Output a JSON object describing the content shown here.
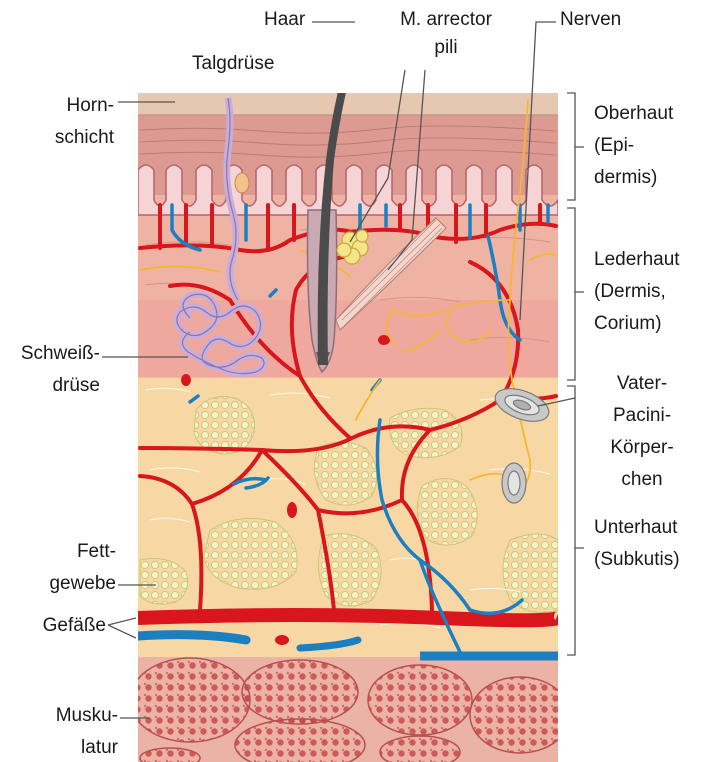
{
  "labels": {
    "haar": "Haar",
    "arrector_line1": "M. arrector",
    "arrector_line2": "pili",
    "nerven": "Nerven",
    "talgdruese": "Talgdrüse",
    "hornschicht_line1": "Horn-",
    "hornschicht_line2": "schicht",
    "oberhaut_line1": "Oberhaut",
    "oberhaut_line2": "(Epi-",
    "oberhaut_line3": "dermis)",
    "lederhaut_line1": "Lederhaut",
    "lederhaut_line2": "(Dermis,",
    "lederhaut_line3": "Corium)",
    "schweiss_line1": "Schweiß-",
    "schweiss_line2": "drüse",
    "pacini_line1": "Vater-",
    "pacini_line2": "Pacini-",
    "pacini_line3": "Körper-",
    "pacini_line4": "chen",
    "unterhaut_line1": "Unterhaut",
    "unterhaut_line2": "(Subkutis)",
    "fett_line1": "Fett-",
    "fett_line2": "gewebe",
    "gefaesse": "Gefäße",
    "muskel_line1": "Musku-",
    "muskel_line2": "latur"
  },
  "colors": {
    "horn_layer": "#e6c7b0",
    "epidermis": "#dc9a92",
    "dermis": "#efb3a4",
    "subcutis": "#f7d8a4",
    "fat_lobule": "#ecebb0",
    "muscle": "#eab3a6",
    "artery": "#d9161b",
    "vein": "#1c7fc1",
    "nerve": "#f5b731",
    "sweat_gland": "#c7aedb",
    "sebaceous_gland": "#f4e48a",
    "hair": "#4b4b4b"
  }
}
